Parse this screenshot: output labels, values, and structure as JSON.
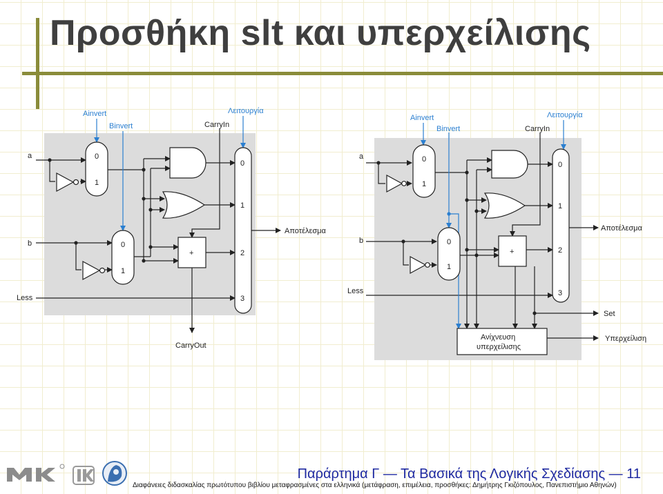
{
  "slide": {
    "title": "Προσθήκη slt και υπερχείλισης",
    "footer_title": "Παράρτημα Γ — Τα Βασικά της Λογικής Σχεδίασης — 11",
    "footer_note": "Διαφάνειες διδασκαλίας πρωτότυπου βιβλίου μεταφρασμένες στα ελληνικά (μετάφραση, επιμέλεια, προσθήκες: Δημήτρης Γκιζόπουλος, Πανεπιστήμιο Αθηνών)"
  },
  "left_alu": {
    "ainvert": "Ainvert",
    "binvert": "Binvert",
    "operation": "Λειτουργία",
    "carryin": "CarryIn",
    "a": "a",
    "b": "b",
    "less": "Less",
    "result": "Αποτέλεσμα",
    "carryout": "CarryOut",
    "mux_a": [
      "0",
      "1"
    ],
    "mux_b": [
      "0",
      "1"
    ],
    "mux_out": [
      "0",
      "1",
      "2",
      "3"
    ],
    "adder": "+"
  },
  "right_alu": {
    "ainvert": "Ainvert",
    "binvert": "Binvert",
    "operation": "Λειτουργία",
    "carryin": "CarryIn",
    "a": "a",
    "b": "b",
    "less": "Less",
    "result": "Αποτέλεσμα",
    "set": "Set",
    "overflow": "Υπερχείλιση",
    "overflow_box_line1": "Ανίχνευση",
    "overflow_box_line2": "υπερχείλισης",
    "mux_a": [
      "0",
      "1"
    ],
    "mux_b": [
      "0",
      "1"
    ],
    "mux_out": [
      "0",
      "1",
      "2",
      "3"
    ],
    "adder": "+"
  },
  "colors": {
    "accent_bar": "#8a8c3a",
    "control": "#2b7fd0",
    "footer_title": "#1f2aa0",
    "panel": "#dcdcdc"
  },
  "icons": [
    "logo-mk-icon",
    "logo-ik-icon",
    "logo-athena-icon"
  ]
}
